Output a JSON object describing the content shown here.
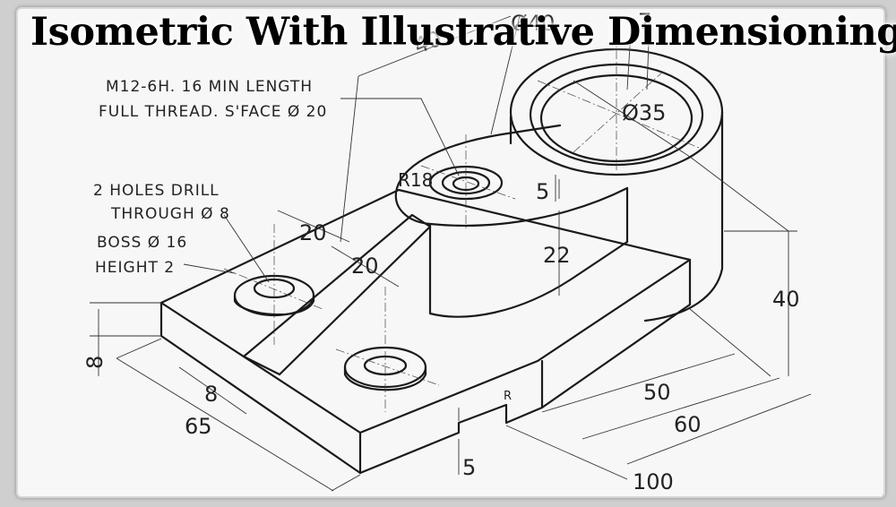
{
  "title": "Isometric With Illustrative Dimensioning",
  "notes": {
    "thread_line1": "M12-6H.  16  MIN LENGTH",
    "thread_line2": "FULL THREAD.  S'FACE  Ø  20",
    "holes_line1": "2 HOLES DRILL",
    "holes_line2": "THROUGH  Ø 8",
    "boss_line1": "BOSS  Ø  16",
    "boss_line2": "HEIGHT   2"
  },
  "dimensions": {
    "d40_top": "40",
    "dia40": "Ø40",
    "seven": "7",
    "dia35": "Ø35",
    "r18": "R18",
    "five_top": "5",
    "twenty_1": "20",
    "twenty_2": "20",
    "twenty_two": "22",
    "forty_right": "40",
    "eight_left": "8",
    "eight_bottom": "8",
    "sixty_five": "65",
    "fifty": "50",
    "sixty": "60",
    "hundred": "100",
    "five_bottom": "5",
    "r_small": "R"
  }
}
